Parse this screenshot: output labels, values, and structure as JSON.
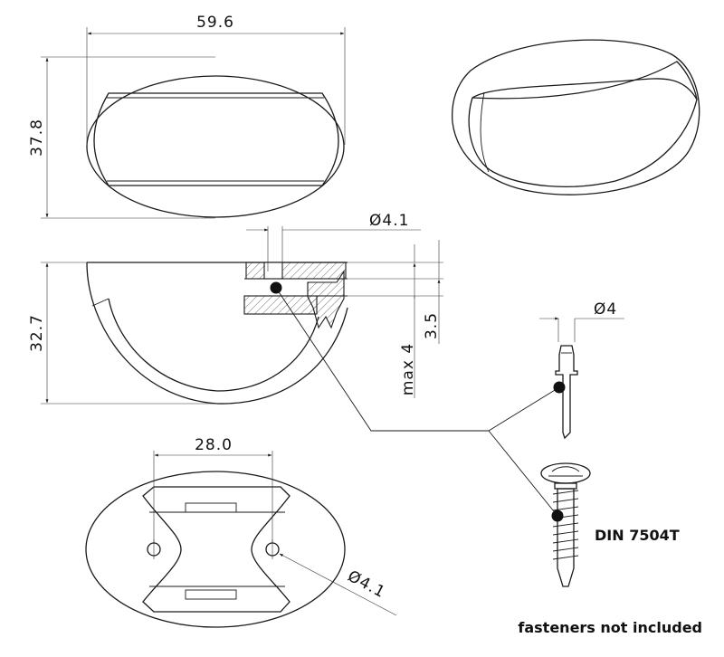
{
  "dimensions": {
    "width": "59.6",
    "height": "37.8",
    "depth": "32.7",
    "hole_diameter_top": "Ø4.1",
    "max_thickness": "max 4",
    "plate_thickness": "3.5",
    "rivet_diameter": "Ø4",
    "hole_spacing": "28.0",
    "hole_diameter_bottom": "Ø4.1"
  },
  "labels": {
    "screw_standard": "DIN 7504T",
    "fastener_note": "fasteners not included"
  }
}
